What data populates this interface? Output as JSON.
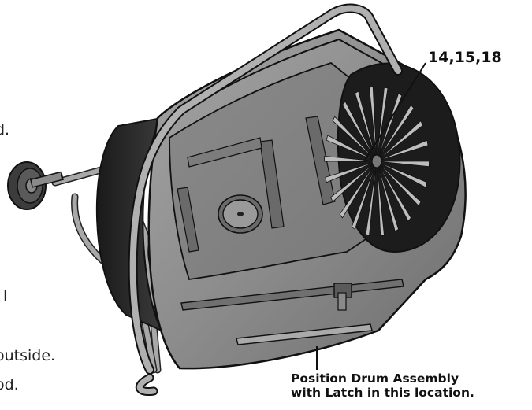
{
  "callouts": {
    "part_numbers": "14,15,18",
    "position_note_line1": "Position Drum Assembly",
    "position_note_line2": "with Latch in this location."
  },
  "clipped_text": {
    "frag_1": "d.",
    "frag_2": "l",
    "frag_3": "outside.",
    "frag_4": "od."
  },
  "colors": {
    "drum_body": "#8e8e8e",
    "drum_dark": "#2a2a2a",
    "frame_tube": "#9a9a9a",
    "line": "#111111"
  }
}
